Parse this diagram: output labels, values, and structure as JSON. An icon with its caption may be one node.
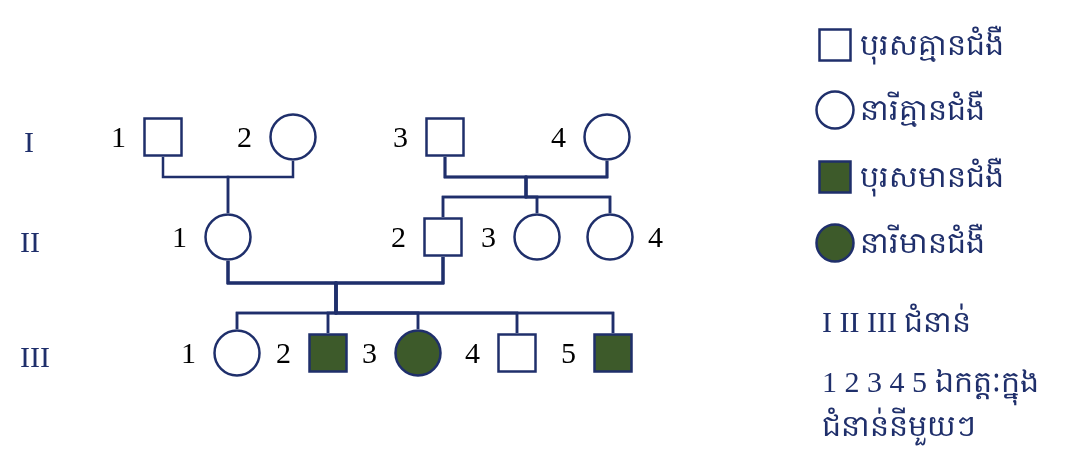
{
  "diagram": {
    "nodes": [
      {
        "text": [],
        "shape": "box",
        "beside": [
          "1"
        ]
      },
      {
        "text": [],
        "shape": "circle",
        "beside": [
          "2"
        ]
      },
      {
        "text": [],
        "shape": "box",
        "beside": [
          "3"
        ]
      },
      {
        "text": [],
        "shape": "circle",
        "beside": [
          "4"
        ]
      },
      {
        "text": [],
        "shape": "circle",
        "beside": [
          "1"
        ]
      },
      {
        "text": [],
        "shape": "box",
        "beside": [
          "2"
        ]
      },
      {
        "text": [],
        "shape": "circle",
        "beside": [
          "3"
        ]
      },
      {
        "text": [],
        "shape": "circle",
        "beside": [
          "4"
        ]
      },
      {
        "text": [],
        "shape": "circle",
        "beside": [
          "1"
        ]
      },
      {
        "text": [],
        "shape": "box",
        "beside": [
          "2"
        ]
      },
      {
        "text": [],
        "shape": "circle",
        "beside": [
          "3"
        ]
      },
      {
        "text": [],
        "shape": "box",
        "beside": [
          "4"
        ]
      },
      {
        "text": [],
        "shape": "box",
        "beside": [
          "5"
        ]
      }
    ],
    "edges": [
      {
        "from": 0,
        "to": 4,
        "arrow": "none"
      },
      {
        "from": 1,
        "to": 4,
        "arrow": "none"
      },
      {
        "from": 2,
        "to": 5,
        "arrow": "none"
      },
      {
        "from": 2,
        "to": 6,
        "arrow": "none"
      },
      {
        "from": 2,
        "to": 7,
        "arrow": "none"
      },
      {
        "from": 3,
        "to": 5,
        "arrow": "none"
      },
      {
        "from": 3,
        "to": 6,
        "arrow": "none"
      },
      {
        "from": 3,
        "to": 7,
        "arrow": "none"
      },
      {
        "from": 4,
        "to": 8,
        "arrow": "none"
      },
      {
        "from": 4,
        "to": 9,
        "arrow": "none"
      },
      {
        "from": 4,
        "to": 10,
        "arrow": "none"
      },
      {
        "from": 4,
        "to": 11,
        "arrow": "none"
      },
      {
        "from": 4,
        "to": 12,
        "arrow": "none"
      },
      {
        "from": 5,
        "to": 8,
        "arrow": "none"
      },
      {
        "from": 5,
        "to": 9,
        "arrow": "none"
      },
      {
        "from": 5,
        "to": 10,
        "arrow": "none"
      },
      {
        "from": 5,
        "to": 11,
        "arrow": "none"
      },
      {
        "from": 5,
        "to": 12,
        "arrow": "none"
      }
    ],
    "labels": [
      "I",
      "II",
      "III",
      "I II III ជំនាន់",
      "1 2 3 4 5 ឯកត្តៈក្នុងជំនាន់នីមួយៗ"
    ],
    "legend": [
      {
        "text": "បុរសគ្មានជំងឺ"
      },
      {
        "text": "នារីគ្មានជំងឺ"
      },
      {
        "text": "បុរសមានជំងឺ",
        "color": "#3d5a2a"
      },
      {
        "text": "នារីមានជំងឺ",
        "color": "#3d5a2a"
      }
    ]
  }
}
